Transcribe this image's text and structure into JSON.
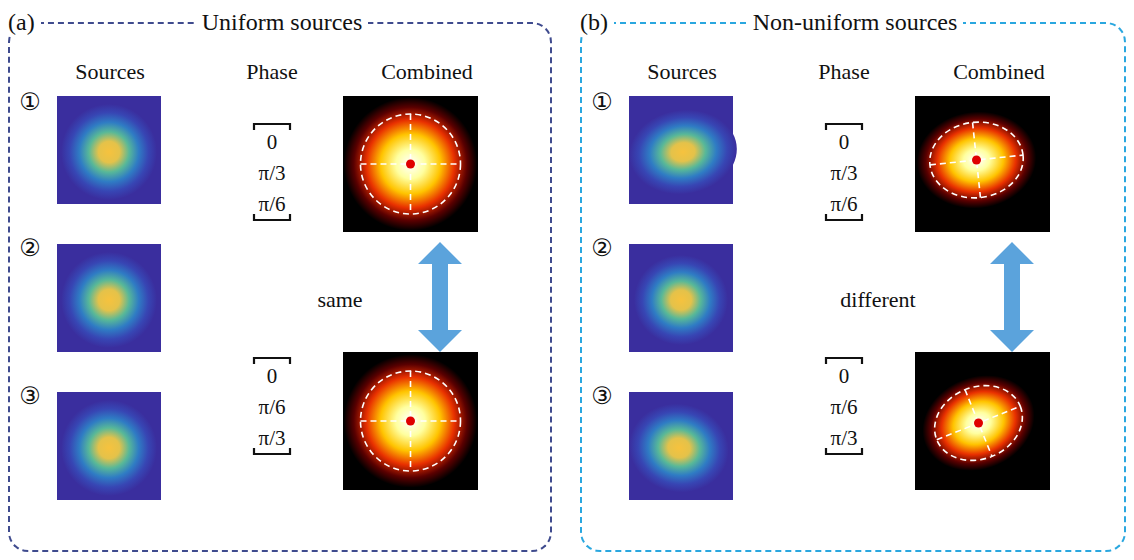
{
  "diagram": {
    "nodes": [
      {
        "text": [
          "(a)",
          "Uniform sources"
        ]
      },
      {
        "text": [
          "(b)",
          "Non-uniform sources"
        ]
      }
    ],
    "labels": [
      "Sources",
      "Phase",
      "Combined",
      "①",
      "②",
      "③",
      "0",
      "π/3",
      "π/6",
      "0",
      "π/6",
      "π/3",
      "same",
      "Sources",
      "Phase",
      "Combined",
      "①",
      "②",
      "③",
      "0",
      "π/3",
      "π/6",
      "0",
      "π/6",
      "π/3",
      "different"
    ]
  }
}
